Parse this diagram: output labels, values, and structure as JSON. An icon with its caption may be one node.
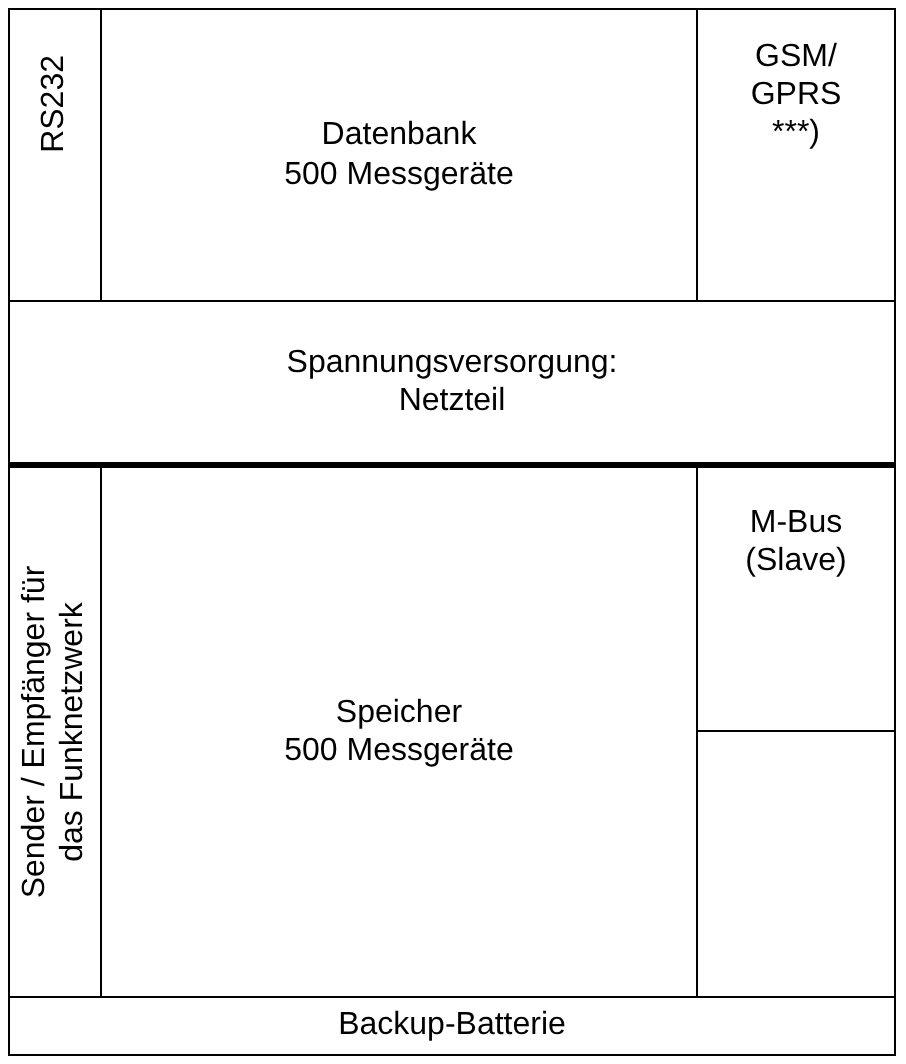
{
  "diagram": {
    "nodes": [
      {
        "text": [
          "RS232"
        ]
      },
      {
        "text": [
          "Datenbank 500 Messgeräte"
        ]
      },
      {
        "text": [
          "GSM/ GPRS ***)"
        ]
      },
      {
        "text": [
          "Spannungsversorgung: Netzteil"
        ]
      },
      {
        "text": [
          "Sender / Empfänger für das Funknetzwerk"
        ]
      },
      {
        "text": [
          "Speicher 500 Messgeräte"
        ]
      },
      {
        "text": [
          "M-Bus (Slave)"
        ]
      },
      {
        "text": [],
        "shape": "box"
      },
      {
        "text": [
          "Backup-Batterie"
        ]
      }
    ]
  }
}
